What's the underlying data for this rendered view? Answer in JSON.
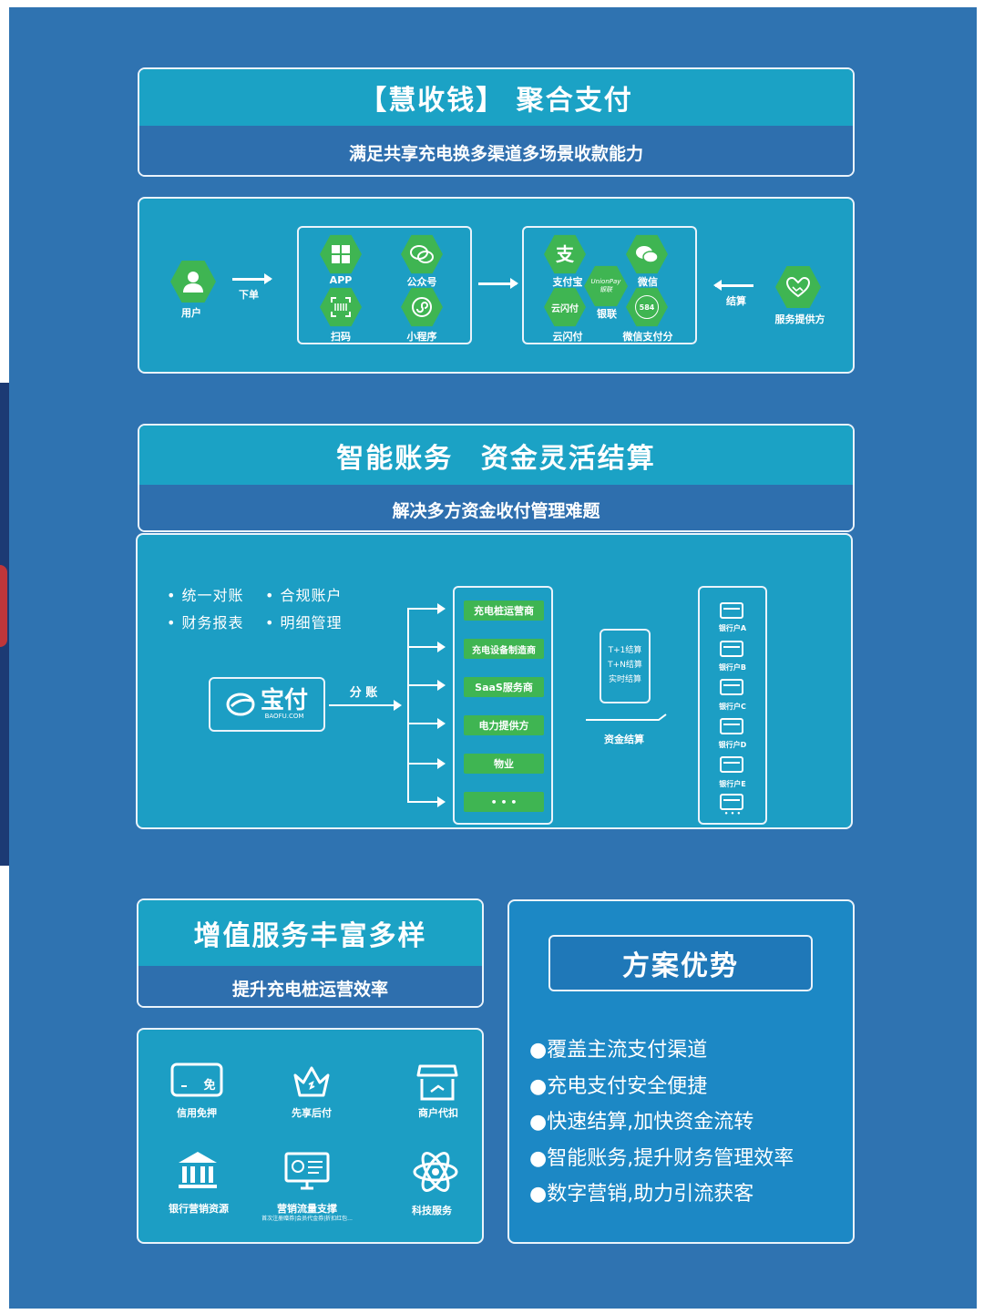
{
  "section1": {
    "title": "【慧收钱】 聚合支付",
    "subtitle": "满足共享充电换多渠道多场景收款能力"
  },
  "flow": {
    "user": "用户",
    "order": "下单",
    "channels": [
      "APP",
      "公众号",
      "扫码",
      "小程序"
    ],
    "payments": [
      "支付宝",
      "银联",
      "微信",
      "云闪付",
      "微信支付分"
    ],
    "unionpay_logo": "UnionPay 银联",
    "cloudpay_logo": "云闪付",
    "wx_score_logo": "584",
    "settle": "结算",
    "provider": "服务提供方"
  },
  "section2": {
    "title": "智能账务 资金灵活结算",
    "subtitle": "解决多方资金收付管理难题"
  },
  "accounting": {
    "bullets": [
      "统一对账",
      "合规账户",
      "财务报表",
      "明细管理"
    ],
    "brand": "宝付",
    "brand_sub": "BAOFU.COM",
    "split": "分 账",
    "parties": [
      "充电桩运营商",
      "充电设备制造商",
      "SaaS服务商",
      "电力提供方",
      "物业",
      "• • •"
    ],
    "settle_modes": [
      "T+1结算",
      "T+N结算",
      "实时结算"
    ],
    "fund_settle": "资金结算",
    "banks": [
      "银行户A",
      "银行户B",
      "银行户C",
      "银行户D",
      "银行户E"
    ],
    "banks_more": "• • •"
  },
  "section3": {
    "title": "增值服务丰富多样",
    "subtitle": "提升充电桩运营效率",
    "services": [
      "信用免押",
      "先享后付",
      "商户代扣",
      "银行营销资源",
      "营销流量支撑",
      "科技服务"
    ],
    "service_note": "首次注册赠券|会员代金券|折扣红包...",
    "card_text": "免"
  },
  "advantages": {
    "title": "方案优势",
    "items": [
      "●覆盖主流支付渠道",
      "●充电支付安全便捷",
      "●快速结算,加快资金流转",
      "●智能账务,提升财务管理效率",
      "●数字营销,助力引流获客"
    ]
  },
  "colors": {
    "background": "#2f73b1",
    "header": "#1ba2c5",
    "accent_green": "#3fb552",
    "subheader": "#2e6fae"
  }
}
